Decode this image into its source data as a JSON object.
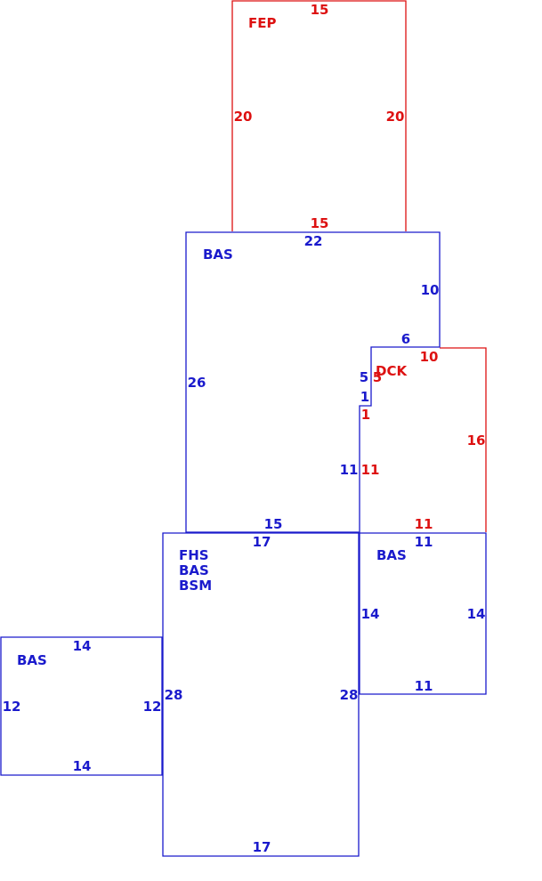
{
  "colors": {
    "blue": "#1a1acc",
    "red": "#dd1111"
  },
  "areas": {
    "fep": {
      "name": "FEP"
    },
    "bas_main": {
      "name": "BAS"
    },
    "dck": {
      "name": "DCK"
    },
    "fhs": {
      "lines": [
        "FHS",
        "BAS",
        "BSM"
      ]
    },
    "bas_right": {
      "name": "BAS"
    },
    "bas_left": {
      "name": "BAS"
    }
  },
  "dims": {
    "fep_top": "15",
    "fep_left": "20",
    "fep_right": "20",
    "fep_bottom": "15",
    "bas_top": "22",
    "bas_right": "10",
    "bas_left": "26",
    "bas_notch_top": "6",
    "bas_notch_a": "5",
    "bas_notch_b": "1",
    "bas_inner": "11",
    "bas_bottom": "15",
    "dck_top": "10",
    "dck_a": "5",
    "dck_b": "1",
    "dck_right": "16",
    "dck_inner": "11",
    "dck_bottom": "11",
    "fhs_top": "17",
    "fhs_left": "28",
    "fhs_right": "28",
    "fhs_bottom": "17",
    "basr_top": "11",
    "basr_left": "14",
    "basr_right": "14",
    "basr_bottom": "11",
    "basl_top": "14",
    "basl_left": "12",
    "basl_right": "12",
    "basl_bottom": "14"
  }
}
